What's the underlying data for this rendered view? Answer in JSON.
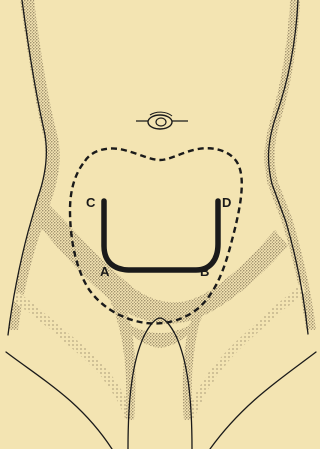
{
  "colors": {
    "paper": "#f3e4b2",
    "ink": "#1a1a1a",
    "stipple": "#7a6a4e"
  },
  "labels": {
    "a": "A",
    "b": "B",
    "c": "C",
    "d": "D"
  }
}
